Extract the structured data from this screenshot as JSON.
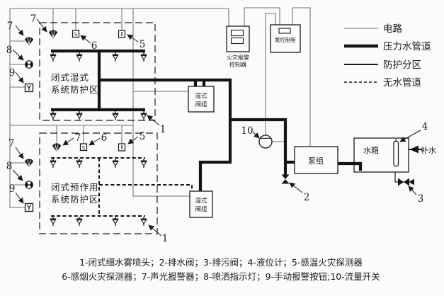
{
  "legend": {
    "items": [
      {
        "label": "电路",
        "style": "thin-gray-line"
      },
      {
        "label": "压力水管道",
        "style": "thick-black-line"
      },
      {
        "label": "防护分区",
        "style": "medium-line"
      },
      {
        "label": "无水管道",
        "style": "dashed-line"
      }
    ]
  },
  "zones": {
    "wet": {
      "line1": "闭式湿式",
      "line2": "系统防护区"
    },
    "preaction": {
      "line1": "闭式预作用",
      "line2": "系统防护区"
    }
  },
  "equipment": {
    "fire_alarm_controller_line1": "火灾报警",
    "fire_alarm_controller_line2": "控制器",
    "pump_control_cabinet": "泵控制柜",
    "wet_valve_line1": "湿式",
    "wet_valve_line2": "阀组",
    "pump_group": "泵组",
    "water_tank": "水箱",
    "makeup_water": "补水"
  },
  "icons": {
    "smoke_letter": "S"
  },
  "callouts": {
    "c1": "1",
    "c2": "2",
    "c3": "3",
    "c4": "4",
    "c5": "5",
    "c6": "6",
    "c7": "7",
    "c8": "8",
    "c9": "9",
    "c10": "10"
  },
  "caption": {
    "line1": "1-闭式细水雾喷头；2-排水阀；3-排污阀；4-液位计；5-感温火灾探测器",
    "line2": "6-感烟火灾探测器；7-声光报警器；8-喷洒指示灯；9-手动报警按钮;10-流量开关"
  }
}
